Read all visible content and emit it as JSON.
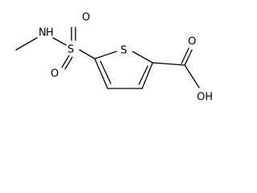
{
  "molecule": {
    "atoms": {
      "amine_n": "N",
      "amine_h": "H",
      "sulfonyl_s": "S",
      "sulfonyl_o_top": "O",
      "sulfonyl_o_bottom": "O",
      "ring_s": "S",
      "carbonyl_o": "O",
      "hydroxyl": "OH"
    },
    "colors": {
      "ink": "#000000",
      "background": "#ffffff"
    }
  }
}
